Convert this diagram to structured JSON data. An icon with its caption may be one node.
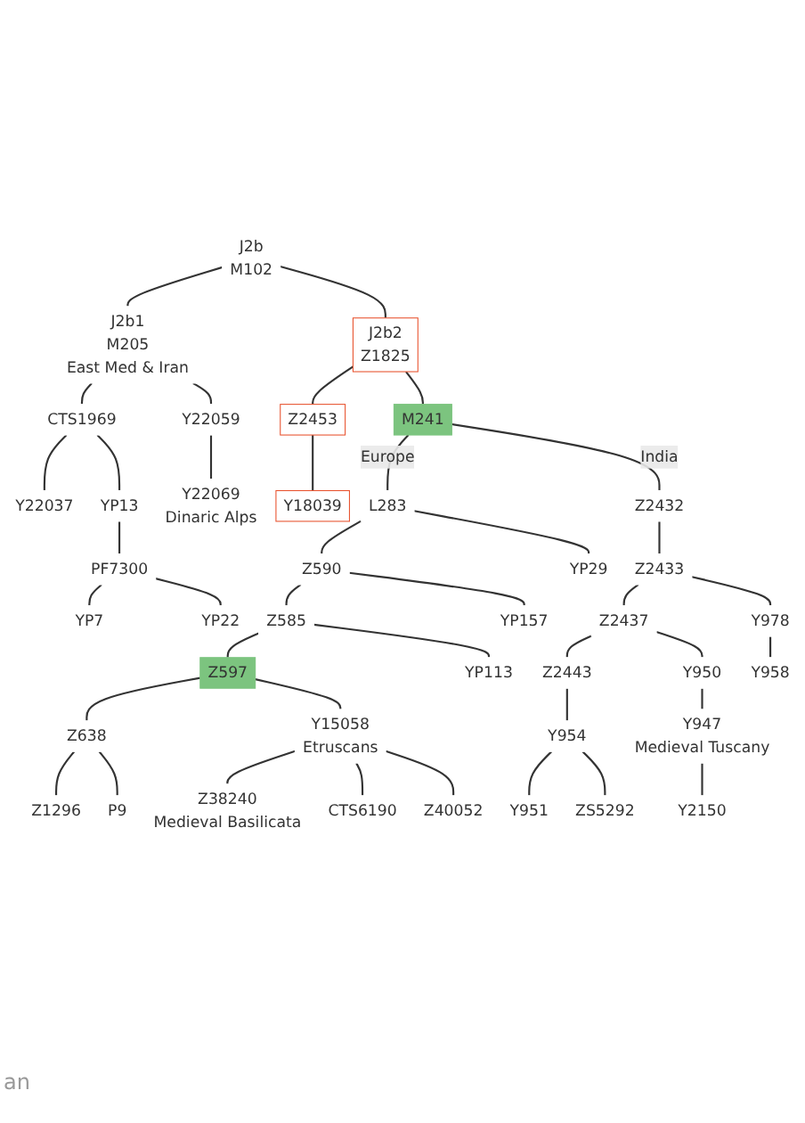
{
  "diagram": {
    "nodes": [
      {
        "text": [
          "J2b",
          "M102"
        ]
      },
      {
        "text": [
          "J2b1",
          "M205",
          "East Med & Iran"
        ]
      },
      {
        "text": [
          "J2b2",
          "Z1825"
        ]
      },
      {
        "text": [
          "CTS1969"
        ]
      },
      {
        "text": [
          "Y22059"
        ]
      },
      {
        "text": [
          "Y22037"
        ]
      },
      {
        "text": [
          "YP13"
        ]
      },
      {
        "text": [
          "Y22069",
          "Dinaric Alps"
        ]
      },
      {
        "text": [
          "PF7300"
        ]
      },
      {
        "text": [
          "YP7"
        ]
      },
      {
        "text": [
          "YP22"
        ]
      },
      {
        "text": [
          "M241"
        ]
      },
      {
        "text": [
          "Z2453"
        ]
      },
      {
        "text": [
          "Y18039"
        ]
      },
      {
        "text": [
          "L283"
        ]
      },
      {
        "text": [
          "Z2432"
        ]
      },
      {
        "text": [
          "Z590"
        ]
      },
      {
        "text": [
          "YP29"
        ]
      },
      {
        "text": [
          "Z2433"
        ]
      },
      {
        "text": [
          "Z585"
        ]
      },
      {
        "text": [
          "YP157"
        ]
      },
      {
        "text": [
          "Z2437"
        ]
      },
      {
        "text": [
          "Y978"
        ]
      },
      {
        "text": [
          "Z597"
        ]
      },
      {
        "text": [
          "YP113"
        ]
      },
      {
        "text": [
          "Z2443"
        ]
      },
      {
        "text": [
          "Y950"
        ]
      },
      {
        "text": [
          "Y958"
        ]
      },
      {
        "text": [
          "Z638"
        ]
      },
      {
        "text": [
          "Y15058",
          "Etruscans"
        ]
      },
      {
        "text": [
          "Y954"
        ]
      },
      {
        "text": [
          "Y947",
          "Medieval Tuscany"
        ]
      },
      {
        "text": [
          "Z1296"
        ]
      },
      {
        "text": [
          "P9"
        ]
      },
      {
        "text": [
          "Z38240",
          "Medieval Basilicata"
        ]
      },
      {
        "text": [
          "CTS6190"
        ]
      },
      {
        "text": [
          "Z40052"
        ]
      },
      {
        "text": [
          "Y951"
        ]
      },
      {
        "text": [
          "ZS5292"
        ]
      },
      {
        "text": [
          "Y2150"
        ]
      }
    ],
    "edges": [
      {
        "from": 0,
        "to": 1,
        "arrow": "none"
      },
      {
        "from": 0,
        "to": 2,
        "arrow": "none"
      },
      {
        "from": 1,
        "to": 3,
        "arrow": "none"
      },
      {
        "from": 1,
        "to": 4,
        "arrow": "none"
      },
      {
        "from": 3,
        "to": 5,
        "arrow": "none"
      },
      {
        "from": 3,
        "to": 6,
        "arrow": "none"
      },
      {
        "from": 4,
        "to": 7,
        "arrow": "none"
      },
      {
        "from": 6,
        "to": 8,
        "arrow": "none"
      },
      {
        "from": 8,
        "to": 9,
        "arrow": "none"
      },
      {
        "from": 8,
        "to": 10,
        "arrow": "none"
      },
      {
        "from": 2,
        "to": 11,
        "arrow": "none"
      },
      {
        "from": 2,
        "to": 12,
        "arrow": "none"
      },
      {
        "from": 12,
        "to": 13,
        "arrow": "none"
      },
      {
        "from": 11,
        "to": 14,
        "arrow": "none",
        "label": "Europe"
      },
      {
        "from": 11,
        "to": 15,
        "arrow": "none",
        "label": "India"
      },
      {
        "from": 14,
        "to": 16,
        "arrow": "none"
      },
      {
        "from": 14,
        "to": 17,
        "arrow": "none"
      },
      {
        "from": 15,
        "to": 18,
        "arrow": "none"
      },
      {
        "from": 16,
        "to": 19,
        "arrow": "none"
      },
      {
        "from": 16,
        "to": 20,
        "arrow": "none"
      },
      {
        "from": 18,
        "to": 21,
        "arrow": "none"
      },
      {
        "from": 18,
        "to": 22,
        "arrow": "none"
      },
      {
        "from": 19,
        "to": 23,
        "arrow": "none"
      },
      {
        "from": 19,
        "to": 24,
        "arrow": "none"
      },
      {
        "from": 21,
        "to": 25,
        "arrow": "none"
      },
      {
        "from": 21,
        "to": 26,
        "arrow": "none"
      },
      {
        "from": 22,
        "to": 27,
        "arrow": "none"
      },
      {
        "from": 23,
        "to": 28,
        "arrow": "none"
      },
      {
        "from": 23,
        "to": 29,
        "arrow": "none"
      },
      {
        "from": 25,
        "to": 30,
        "arrow": "none"
      },
      {
        "from": 26,
        "to": 31,
        "arrow": "none"
      },
      {
        "from": 28,
        "to": 32,
        "arrow": "none"
      },
      {
        "from": 28,
        "to": 33,
        "arrow": "none"
      },
      {
        "from": 29,
        "to": 34,
        "arrow": "none"
      },
      {
        "from": 29,
        "to": 35,
        "arrow": "none"
      },
      {
        "from": 29,
        "to": 36,
        "arrow": "none"
      },
      {
        "from": 30,
        "to": 37,
        "arrow": "none"
      },
      {
        "from": 30,
        "to": 38,
        "arrow": "none"
      },
      {
        "from": 31,
        "to": 39,
        "arrow": "none"
      }
    ],
    "labels": [
      "an"
    ]
  }
}
